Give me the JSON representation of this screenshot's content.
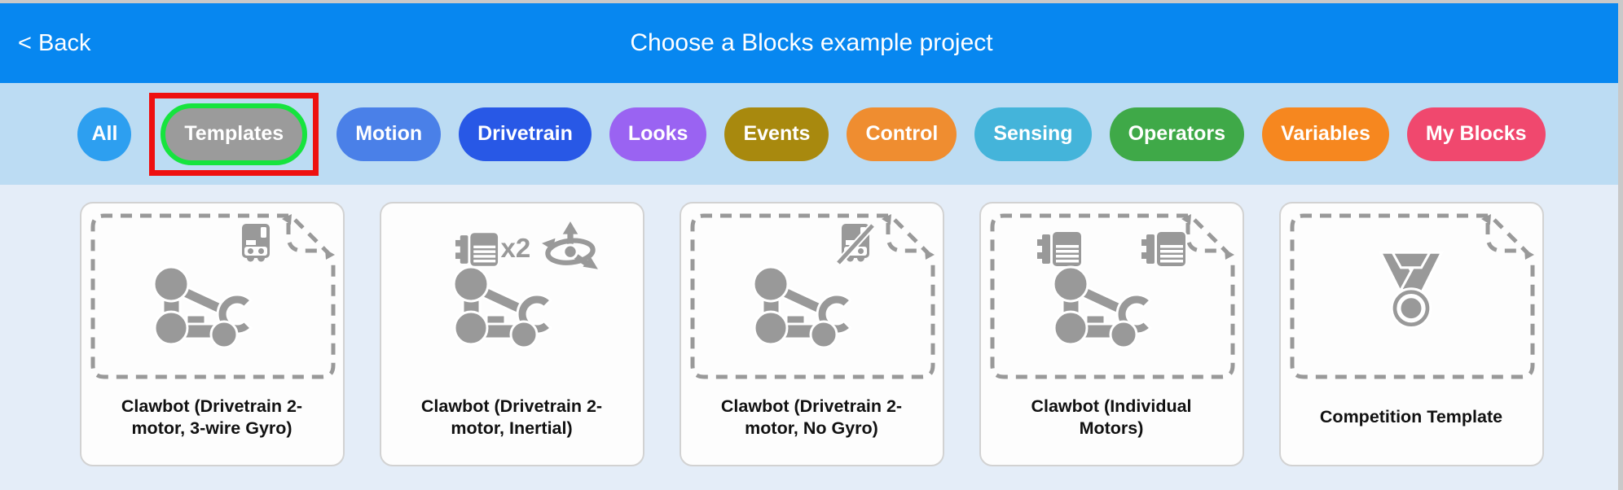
{
  "window": {
    "chrome_color": "#c9c9c9"
  },
  "header": {
    "bg": "#0787f0",
    "back_label": "< Back",
    "title": "Choose a Blocks example project"
  },
  "filter_bar": {
    "bg": "#bcdcf3",
    "selection_ring_color": "#16e43e",
    "annotation_box_color": "#ee1010",
    "items": [
      {
        "label": "All",
        "color": "#2d9ff0",
        "selected": false
      },
      {
        "label": "Templates",
        "color": "#9b9b9b",
        "selected": true
      },
      {
        "label": "Motion",
        "color": "#4a80e8",
        "selected": false
      },
      {
        "label": "Drivetrain",
        "color": "#2858e6",
        "selected": false
      },
      {
        "label": "Looks",
        "color": "#9a63f2",
        "selected": false
      },
      {
        "label": "Events",
        "color": "#a8890e",
        "selected": false
      },
      {
        "label": "Control",
        "color": "#ef8d30",
        "selected": false
      },
      {
        "label": "Sensing",
        "color": "#44b4da",
        "selected": false
      },
      {
        "label": "Operators",
        "color": "#3fa948",
        "selected": false
      },
      {
        "label": "Variables",
        "color": "#f6871f",
        "selected": false
      },
      {
        "label": "My Blocks",
        "color": "#f0486e",
        "selected": false
      }
    ]
  },
  "content": {
    "bg": "#e4edf8",
    "icon_color": "#999999",
    "cards": [
      {
        "label": "Clawbot (Drivetrain 2-motor, 3-wire Gyro)",
        "icons": [
          "gyro-3wire-icon",
          "clawbot-icon"
        ],
        "dashed_frame": true
      },
      {
        "label": "Clawbot (Drivetrain 2-motor, Inertial)",
        "icons": [
          "motor-icon",
          "inertial-icon",
          "clawbot-icon"
        ],
        "motor_count": "x2",
        "dashed_frame": false
      },
      {
        "label": "Clawbot (Drivetrain 2-motor, No Gyro)",
        "icons": [
          "gyro-disabled-icon",
          "clawbot-icon"
        ],
        "dashed_frame": true
      },
      {
        "label": "Clawbot (Individual Motors)",
        "icons": [
          "motor-icon",
          "motor-icon",
          "clawbot-icon"
        ],
        "dashed_frame": true
      },
      {
        "label": "Competition Template",
        "icons": [
          "medal-icon"
        ],
        "dashed_frame": true
      }
    ]
  }
}
